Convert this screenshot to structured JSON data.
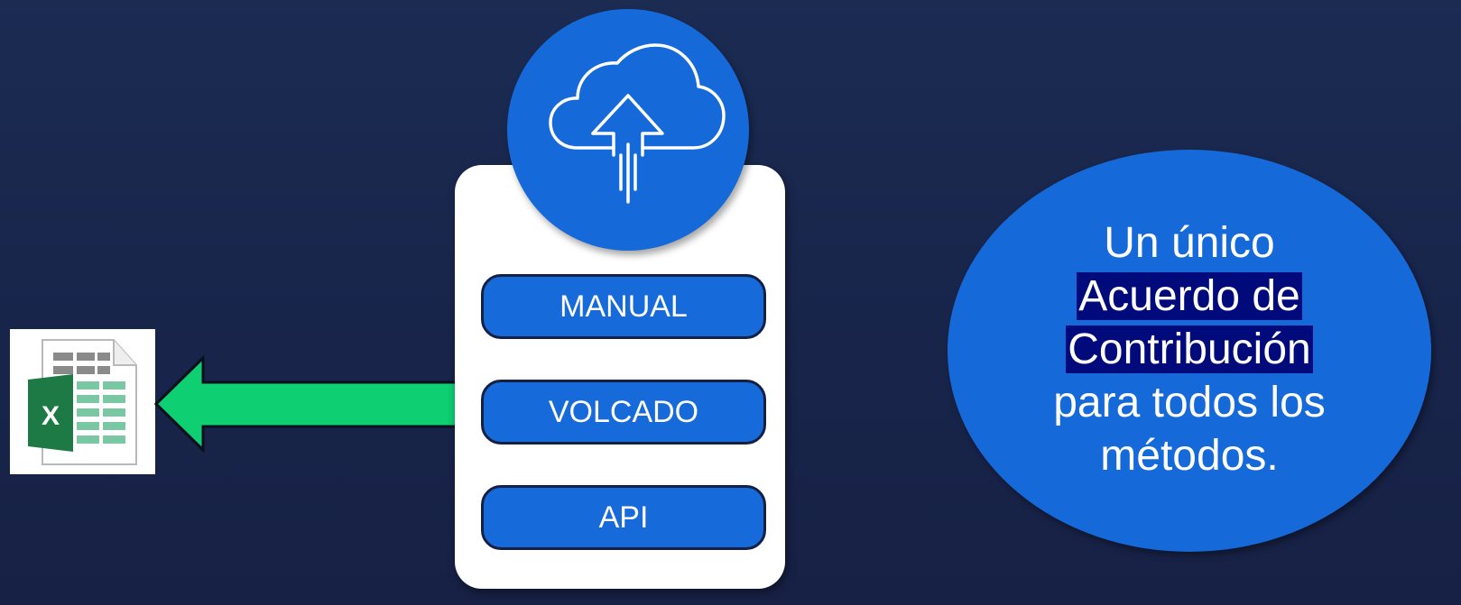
{
  "methods": {
    "manual": "MANUAL",
    "volcado": "VOLCADO",
    "api": "API"
  },
  "info": {
    "line1": "Un único",
    "line2": "Acuerdo de ",
    "line3": "Contribución ",
    "line4": "para todos los",
    "line5": "métodos."
  },
  "icons": {
    "cloud": "cloud-upload-icon",
    "spreadsheet": "excel-file-icon",
    "arrow": "arrow-left"
  },
  "colors": {
    "background": "#1b2b52",
    "accent_blue": "#1569d8",
    "arrow_green": "#0ecf72",
    "highlight": "#000a7a",
    "panel": "#ffffff"
  }
}
